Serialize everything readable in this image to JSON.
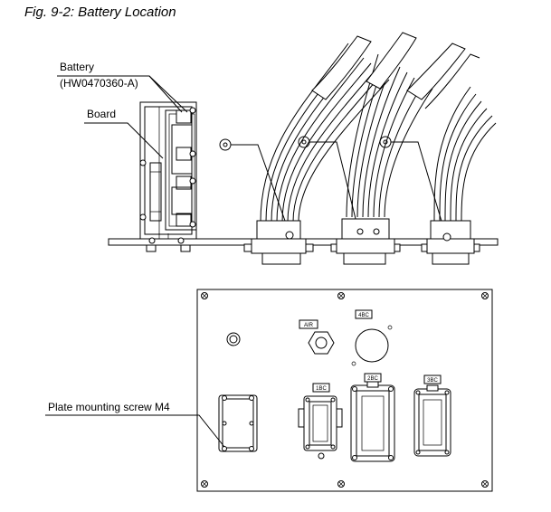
{
  "figure": {
    "caption": "Fig. 9-2: Battery Location"
  },
  "labels": {
    "battery_line1": "Battery",
    "battery_line2": "(HW0470360-A)",
    "board": "Board",
    "plate_screw": "Plate mounting screw M4"
  },
  "panel_tags": {
    "air": "AIR",
    "c4": "4BC",
    "c1": "1BC",
    "c2": "2BC",
    "c3": "3BC"
  }
}
